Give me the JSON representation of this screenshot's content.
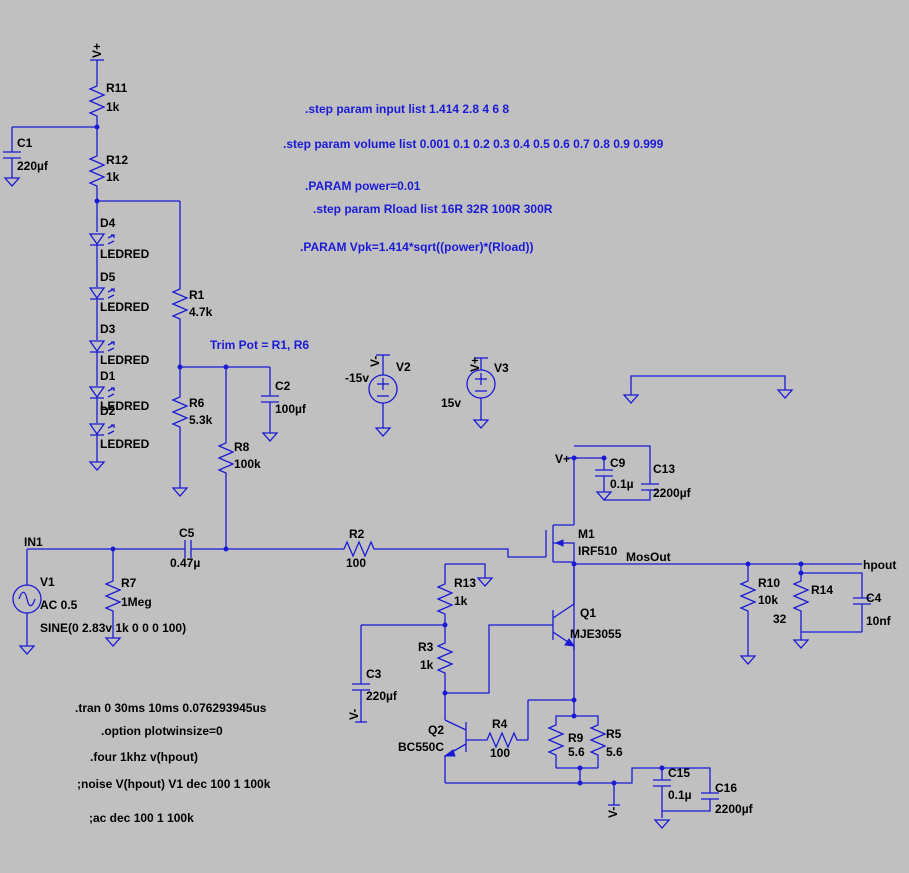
{
  "directives": [
    ".step param input list 1.414 2.8 4 6 8",
    ".step param volume list  0.001 0.1 0.2 0.3 0.4 0.5 0.6 0.7 0.8  0.9 0.999",
    ".PARAM power=0.01",
    ".step param Rload list 16R 32R 100R 300R",
    ".PARAM Vpk=1.414*sqrt((power)*(Rload))",
    "Trim Pot = R1, R6"
  ],
  "commands": [
    ".tran 0 30ms 10ms 0.076293945us",
    ".option plotwinsize=0",
    ".four 1khz v(hpout)",
    ";noise V(hpout) V1 dec 100 1 100k",
    ";ac dec 100 1 100k"
  ],
  "components": {
    "R11": {
      "name": "R11",
      "value": "1k"
    },
    "R12": {
      "name": "R12",
      "value": "1k"
    },
    "C1": {
      "name": "C1",
      "value": "220µf"
    },
    "D4": {
      "name": "D4",
      "value": "LEDRED"
    },
    "D5": {
      "name": "D5",
      "value": "LEDRED"
    },
    "D3": {
      "name": "D3",
      "value": "LEDRED"
    },
    "D1": {
      "name": "D1",
      "value": "LEDRED"
    },
    "D2": {
      "name": "D2",
      "value": "LEDRED"
    },
    "R1": {
      "name": "R1",
      "value": "4.7k"
    },
    "R6": {
      "name": "R6",
      "value": "5.3k"
    },
    "C2": {
      "name": "C2",
      "value": "100µf"
    },
    "R8": {
      "name": "R8",
      "value": "100k"
    },
    "V2": {
      "name": "V2",
      "value": "-15v"
    },
    "V3": {
      "name": "V3",
      "value": "15v"
    },
    "C9": {
      "name": "C9",
      "value": "0.1µ"
    },
    "C13": {
      "name": "C13",
      "value": "2200µf"
    },
    "M1": {
      "name": "M1",
      "value": "IRF510"
    },
    "C5": {
      "name": "C5",
      "value": "0.47µ"
    },
    "R2": {
      "name": "R2",
      "value": "100"
    },
    "V1": {
      "name": "V1",
      "value": "AC 0.5",
      "extra": "SINE(0 2.83v 1k 0 0 0 100)"
    },
    "R7": {
      "name": "R7",
      "value": "1Meg"
    },
    "R13": {
      "name": "R13",
      "value": "1k"
    },
    "Q1": {
      "name": "Q1",
      "value": "MJE3055"
    },
    "R10": {
      "name": "R10",
      "value": "10k"
    },
    "R14": {
      "name": "R14",
      "value": "32"
    },
    "C4": {
      "name": "C4",
      "value": "10nf"
    },
    "R3": {
      "name": "R3",
      "value": "1k"
    },
    "C3": {
      "name": "C3",
      "value": "220µf"
    },
    "Q2": {
      "name": "Q2",
      "value": "BC550C"
    },
    "R4": {
      "name": "R4",
      "value": "100"
    },
    "R9": {
      "name": "R9",
      "value": "5.6"
    },
    "R5": {
      "name": "R5",
      "value": "5.6"
    },
    "C15": {
      "name": "C15",
      "value": "0.1µ"
    },
    "C16": {
      "name": "C16",
      "value": "2200µf"
    }
  },
  "nets": {
    "vplus_top": "V+",
    "vplus_drain": "V+",
    "vminus_v2": "V-",
    "vplus_v3": "V+",
    "vminus_c3": "V-",
    "vminus_bottom": "V-",
    "in1": "IN1",
    "mosout": "MosOut",
    "hpout": "hpout"
  },
  "colors": {
    "background": "#c0c0c0",
    "wire": "#1a1ad6",
    "label": "#000000"
  }
}
